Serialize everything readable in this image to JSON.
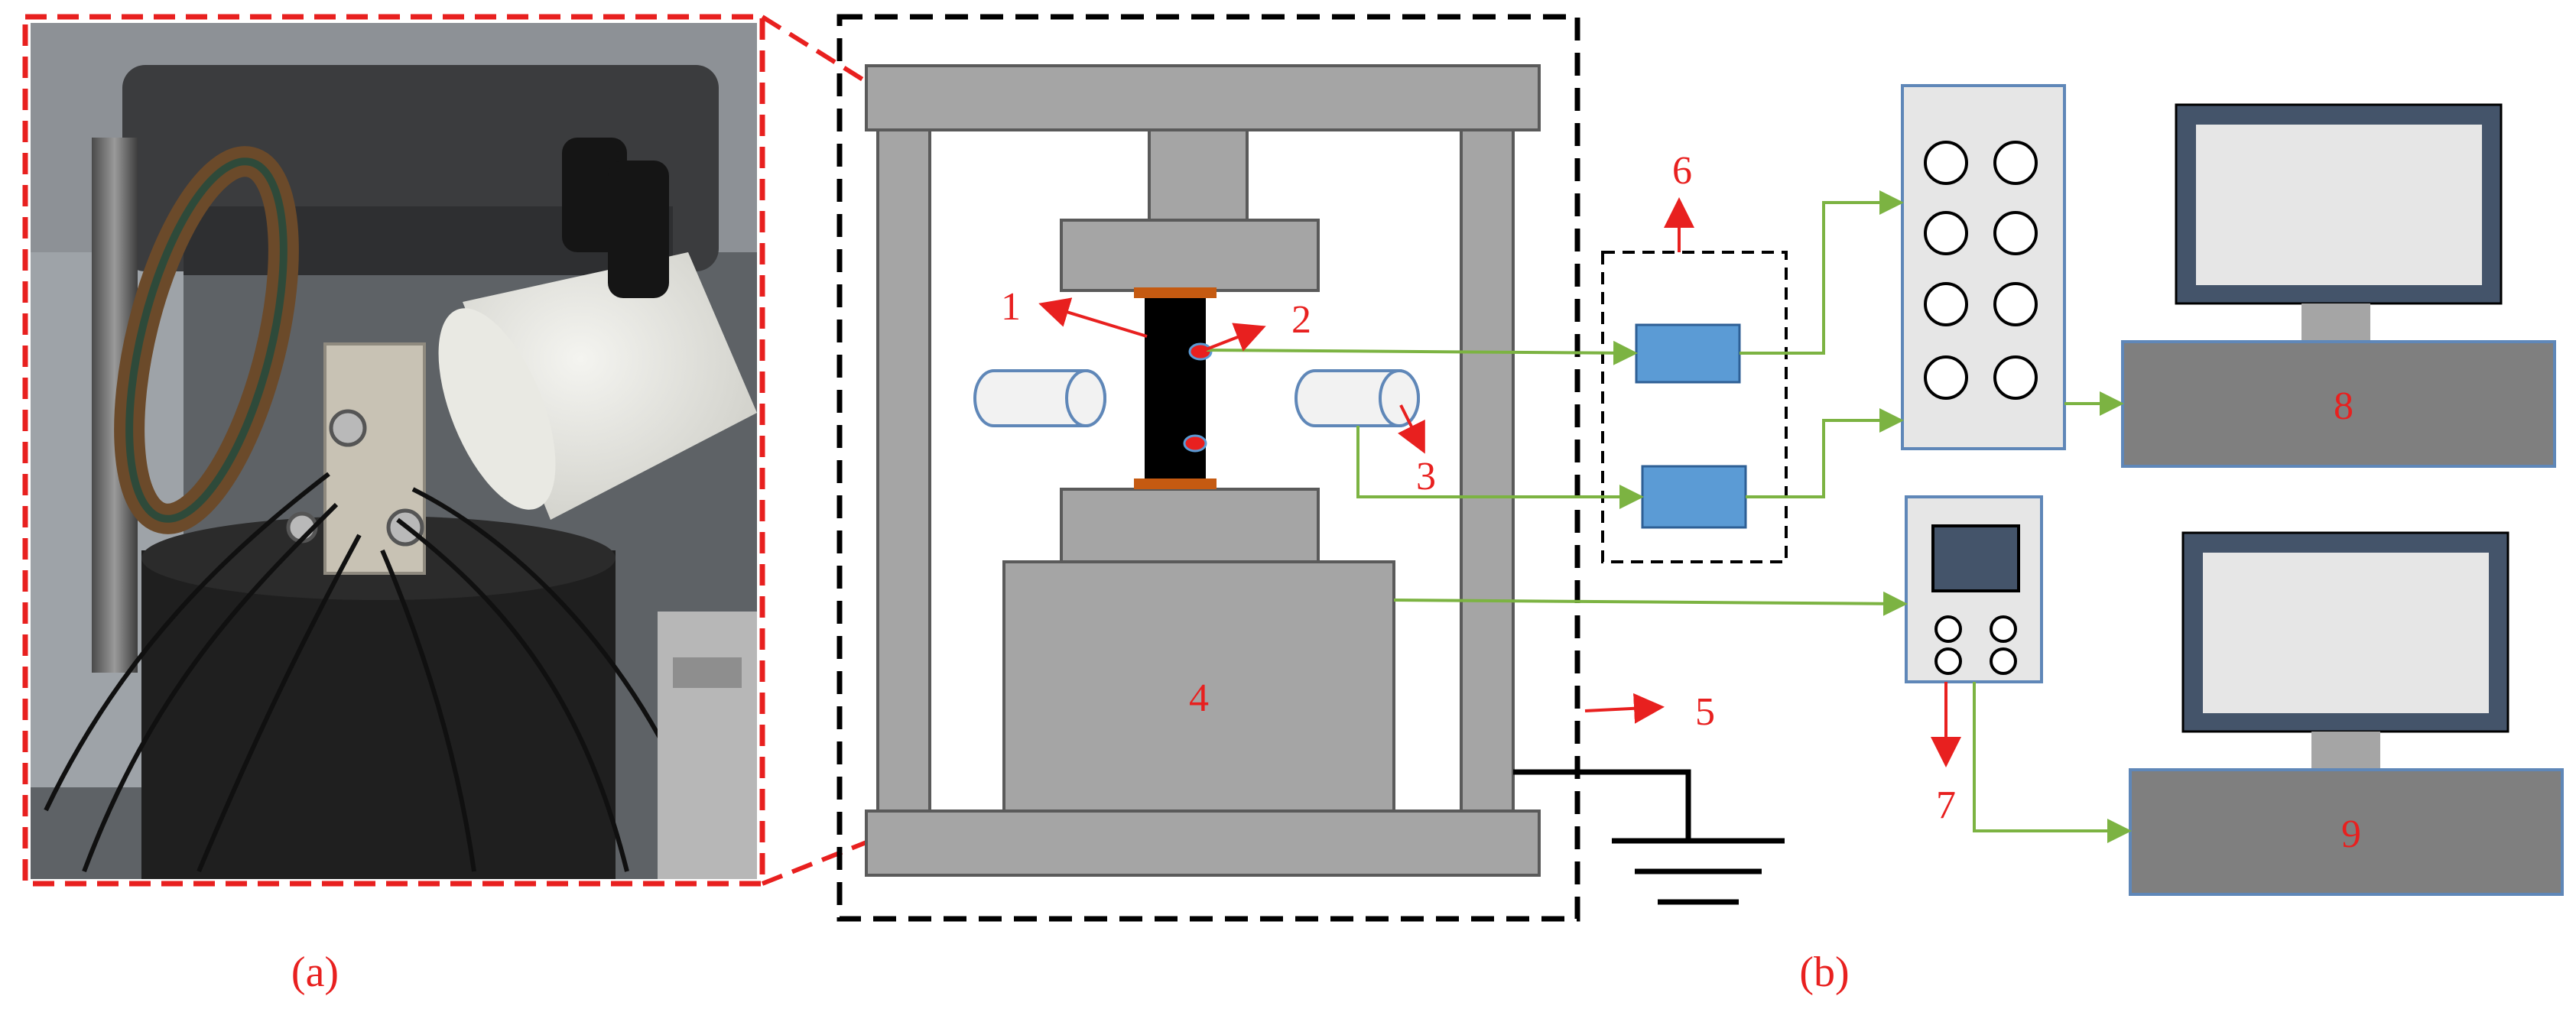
{
  "panels": {
    "a_caption": "(a)",
    "b_caption": "(b)"
  },
  "component_labels": [
    "1",
    "2",
    "3",
    "4",
    "5",
    "6",
    "7",
    "8",
    "9"
  ],
  "colors": {
    "red_annotation": "#e8201f",
    "signal_line": "#7cb342",
    "frame_gray": "#a5a5a5",
    "body_gray": "#7f7f7f",
    "outline_gray": "#5a5a5a",
    "channel_blue": "#5b9bd5",
    "monitor_frame": "#44546a",
    "screen_gray": "#e6e6e6",
    "specimen_black": "#000000",
    "pad_orange": "#c55a11",
    "outline_blue": "#5f87b8"
  }
}
